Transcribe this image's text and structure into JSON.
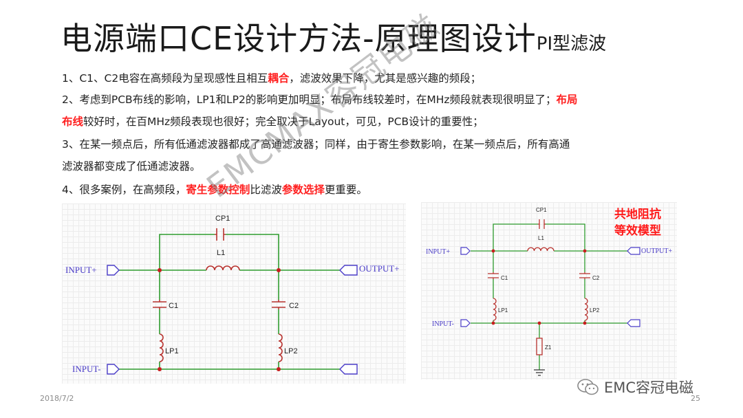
{
  "slide": {
    "title_main": "电源端口CE设计方法-原理图设计",
    "title_sub": "PI型滤波",
    "date": "2018/7/2",
    "page_number": "25",
    "watermark": "EMCMAX容冠电磁",
    "brand": "EMC容冠电磁"
  },
  "points": {
    "p1": {
      "a": "1、C1、C2电容在高频段为呈现感性且相互",
      "b": "耦合",
      "c": "，滤波效果下降，尤其是感兴趣的频段；"
    },
    "p2": {
      "a": "2、考虑到PCB布线的影响，LP1和LP2的影响更加明显；布局布线较差时，在MHz频段就表现很明显了；",
      "b": "布局",
      "c": "布线",
      "d": "较好时，在百MHz频段表现也很好；完全取决于Layout，可见，PCB设计的重要性；"
    },
    "p3": {
      "a": "3、在某一频点后，所有低通滤波器都成了高通滤波器；同样，由于寄生参数影响，在某一频点后，所有高通",
      "b": "滤波器都变成了低通滤波器。"
    },
    "p4": {
      "a": "4、很多案例，在高频段，",
      "b": "寄生参数控制",
      "c": "比滤波",
      "d": "参数选择",
      "e": "更重要。"
    }
  },
  "left_circuit": {
    "cp1": "CP1",
    "l1": "L1",
    "c1": "C1",
    "c2": "C2",
    "lp1": "LP1",
    "lp2": "LP2",
    "input_plus": "INPUT+",
    "input_minus": "INPUT-",
    "output_plus": "OUTPUT+"
  },
  "right_circuit": {
    "cp1": "CP1",
    "l1": "L1",
    "c1": "C1",
    "c2": "C2",
    "lp1": "LP1",
    "lp2": "LP2",
    "z1": "Z1",
    "input_plus": "INPUT+",
    "input_minus": "INPUT-",
    "output_plus": "OUTPUT+"
  },
  "equivalent_label": {
    "line1": "共地阻抗",
    "line2": "等效模型"
  },
  "colors": {
    "wire": "#2e9c2e",
    "component": "#b8322e",
    "node": "#c81e1e",
    "port": "#4a3cc8",
    "highlight": "#ff2020"
  }
}
